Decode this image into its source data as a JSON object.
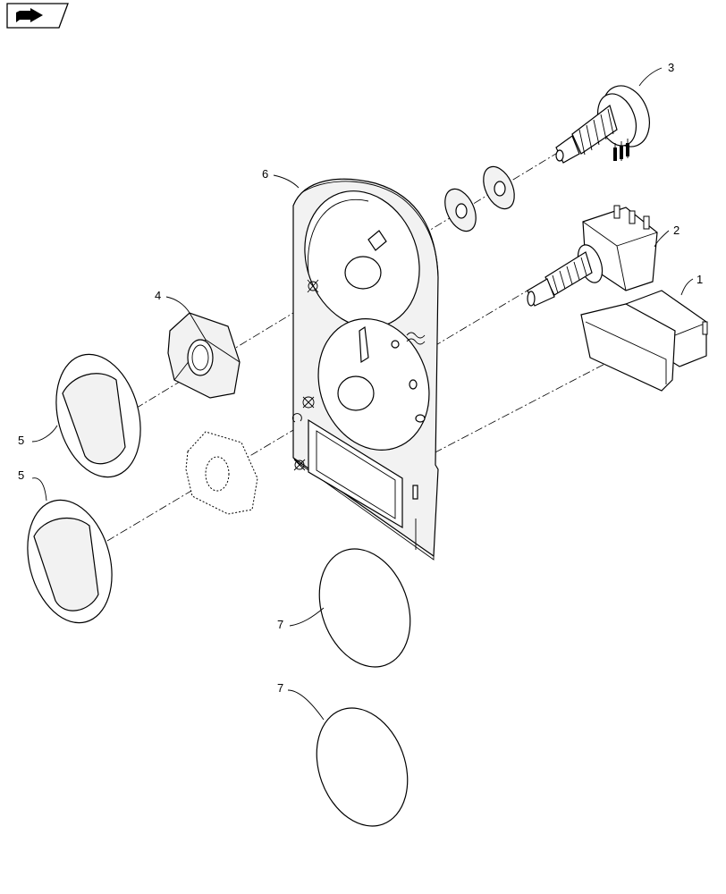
{
  "nav_icon": "forward-arrow-icon",
  "colors": {
    "line": "#000000",
    "background": "#ffffff",
    "panel_shade": "#f2f2f2"
  },
  "callouts": [
    {
      "id": "c1",
      "label": "1"
    },
    {
      "id": "c2",
      "label": "2"
    },
    {
      "id": "c3",
      "label": "3"
    },
    {
      "id": "c4",
      "label": "4"
    },
    {
      "id": "c5a",
      "label": "5"
    },
    {
      "id": "c5b",
      "label": "5"
    },
    {
      "id": "c6",
      "label": "6"
    },
    {
      "id": "c7a",
      "label": "7"
    },
    {
      "id": "c7b",
      "label": "7"
    }
  ]
}
